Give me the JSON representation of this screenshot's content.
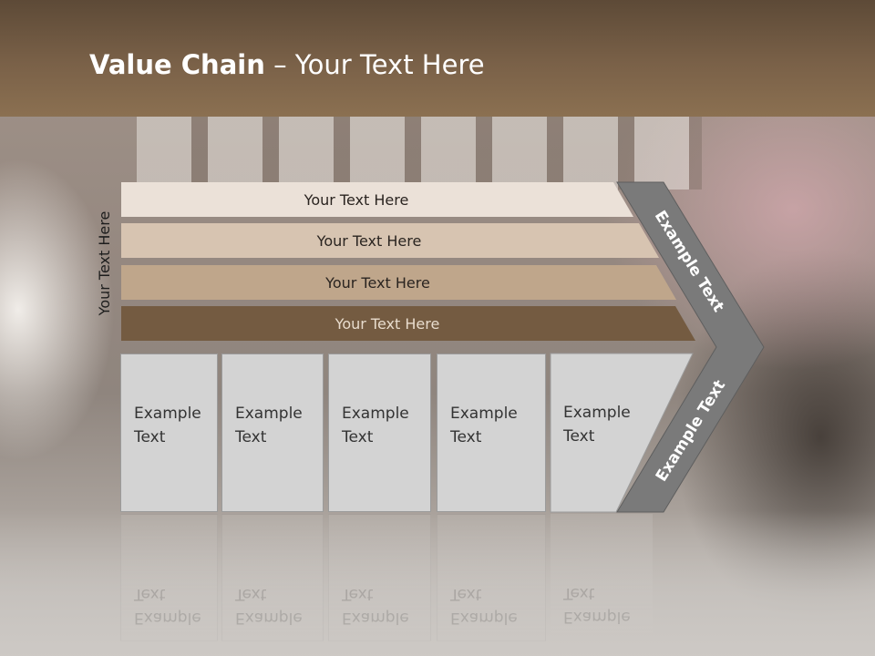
{
  "title": {
    "bold": "Value Chain",
    "rest": " – Your Text Here"
  },
  "side_label": "Your Text Here",
  "bars": [
    "Your Text Here",
    "Your Text Here",
    "Your Text Here",
    "Your Text Here"
  ],
  "boxes": [
    {
      "line1": "Example",
      "line2": "Text"
    },
    {
      "line1": "Example",
      "line2": "Text"
    },
    {
      "line1": "Example",
      "line2": "Text"
    },
    {
      "line1": "Example",
      "line2": "Text"
    },
    {
      "line1": "Example",
      "line2": "Text"
    }
  ],
  "chevron": {
    "upper_text": "Example Text",
    "lower_text": "Example Text"
  },
  "colors": {
    "header": "#6f5942",
    "bar1": "#ebe1d8",
    "bar2": "#d7c4b1",
    "bar3": "#bfa68b",
    "bar4": "#745b41",
    "box": "#d3d3d3",
    "chevron": "#7a7a7a"
  }
}
